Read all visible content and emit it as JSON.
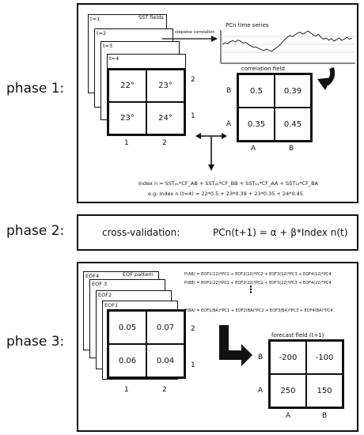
{
  "phases": {
    "p1": "phase 1:",
    "p2": "phase 2:",
    "p3": "phase 3:"
  },
  "phase1": {
    "stack_labels": [
      "t=1",
      "t=2",
      "t=3",
      "t=4"
    ],
    "sst_fields_label": "SST fields",
    "arrow_label": "stepwise correlation",
    "timeseries_title": "PCn time series",
    "sst_grid": [
      "22°",
      "23°",
      "23°",
      "24°"
    ],
    "sst_rows": [
      "2",
      "1"
    ],
    "sst_cols": [
      "1",
      "2"
    ],
    "corr_title": "correlation field",
    "corr_grid": [
      "0.5",
      "0.39",
      "0.35",
      "0.45"
    ],
    "corr_rows": [
      "B",
      "A"
    ],
    "corr_cols": [
      "A",
      "B"
    ],
    "formula1": "Index n = SST₂₁*CF_AB + SST₂₂*CF_BB + SST₁₁*CF_AA + SST₁₂*CF_BA",
    "formula2": "e.g: Index n (t=4) = 22*0.5 + 23*0.39 + 23*0.35 + 24*0.45"
  },
  "phase2": {
    "label": "cross-validation:",
    "formula": "PCn(t+1) = α + β*Index n(t)"
  },
  "phase3": {
    "stack_labels": [
      "EOF4",
      "EOF 3",
      "EOF2",
      "EOF1"
    ],
    "eof_pattern_label": "EOF pattern",
    "eof_grid": [
      "0.05",
      "0.07",
      "0.06",
      "0.04"
    ],
    "eof_rows": [
      "2",
      "1"
    ],
    "eof_cols": [
      "1",
      "2"
    ],
    "eq1": "P(AB) = EOF1(12)*PC1 + EOF2(12)*PC2 + EOF3(12)*PC3 + EOF4(12)*PC4",
    "eq2": "P(BB) = EOF1(22)*PC1 + EOF2(22)*PC2 + EOF3(22)*PC3 + EOF4(22)*PC4",
    "eq3": "P(BA) = EOF1(BA)*PC1 + EOF2(BA)*PC2 + EOF3(BA)*PC3 + EOF4(BA)*PC4",
    "forecast_title": "forecast field (t+1)",
    "forecast_grid": [
      "-200",
      "-100",
      "250",
      "150"
    ],
    "forecast_rows": [
      "B",
      "A"
    ],
    "forecast_cols": [
      "A",
      "B"
    ]
  },
  "series": {
    "values": [
      0.5,
      0.55,
      0.52,
      0.58,
      0.62,
      0.57,
      0.63,
      0.6,
      0.54,
      0.56,
      0.5,
      0.45,
      0.4,
      0.42,
      0.37,
      0.33,
      0.3,
      0.35,
      0.31,
      0.28,
      0.34,
      0.4,
      0.47,
      0.55,
      0.65,
      0.72,
      0.78,
      0.74,
      0.8,
      0.85,
      0.88,
      0.82,
      0.87,
      0.92,
      0.86,
      0.8,
      0.76,
      0.82,
      0.72,
      0.66,
      0.7,
      0.63,
      0.68,
      0.6,
      0.65,
      0.7,
      0.62,
      0.67,
      0.72,
      0.66,
      0.7
    ]
  }
}
